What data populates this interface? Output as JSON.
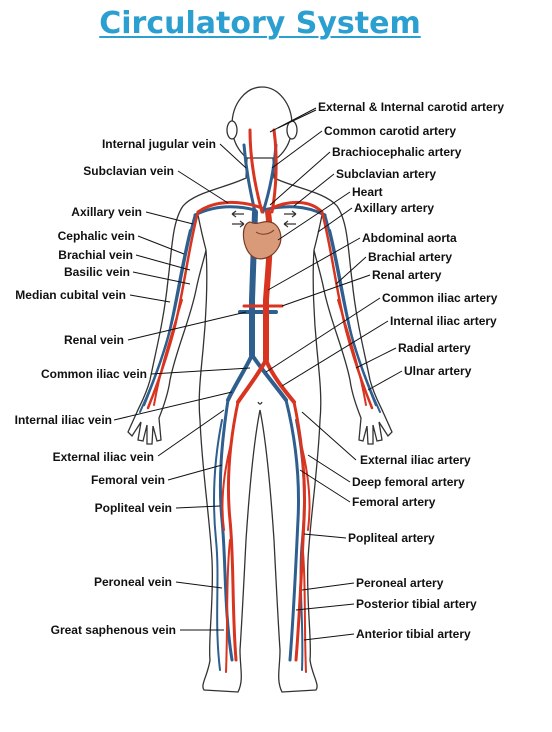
{
  "title": "Circulatory System",
  "colors": {
    "title": "#2a9fd0",
    "artery": "#d9341f",
    "vein": "#2f5f8f"
  },
  "left_labels": [
    "Internal jugular vein",
    "Subclavian vein",
    "Axillary vein",
    "Cephalic vein",
    "Brachial vein",
    "Basilic vein",
    "Median cubital vein",
    "Renal vein",
    "Common iliac vein",
    "Internal iliac vein",
    "External iliac vein",
    "Femoral vein",
    "Popliteal vein",
    "Peroneal vein",
    "Great saphenous vein"
  ],
  "right_labels": [
    "External & Internal carotid artery",
    "Common carotid artery",
    "Brachiocephalic artery",
    "Subclavian artery",
    "Heart",
    "Axillary artery",
    "Abdominal aorta",
    "Brachial artery",
    "Renal artery",
    "Common iliac artery",
    "Internal iliac artery",
    "Radial artery",
    "Ulnar artery",
    "External iliac artery",
    "Deep femoral artery",
    "Femoral artery",
    "Popliteal artery",
    "Peroneal artery",
    "Posterior tibial artery",
    "Anterior tibial artery"
  ]
}
